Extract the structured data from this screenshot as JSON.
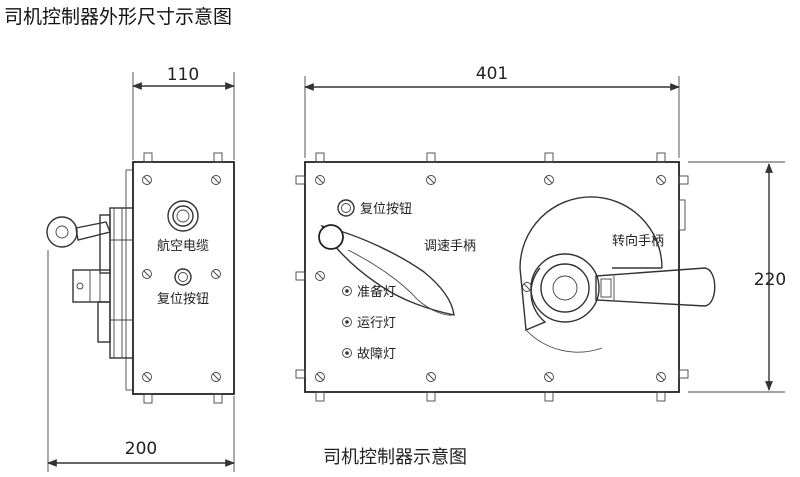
{
  "title": "司机控制器外形尺寸示意图",
  "caption": "司机控制器示意图",
  "dimensions": {
    "side_width": "110",
    "side_depth": "200",
    "front_width": "401",
    "front_height": "220"
  },
  "labels": {
    "aviation_cable": "航空电缆",
    "reset_button_side": "复位按钮",
    "reset_button_front": "复位按钮",
    "speed_handle": "调速手柄",
    "direction_handle": "转向手柄",
    "ready_light": "准备灯",
    "running_light": "运行灯",
    "fault_light": "故障灯"
  },
  "colors": {
    "line": "#333333",
    "background": "#ffffff"
  }
}
